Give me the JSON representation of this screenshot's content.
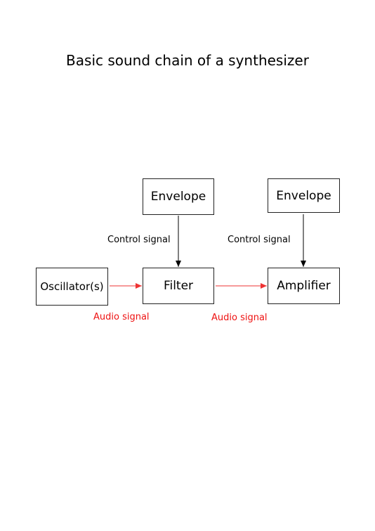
{
  "title": "Basic sound chain of a synthesizer",
  "blocks": {
    "envelope_filter": "Envelope",
    "envelope_amp": "Envelope",
    "oscillator": "Oscillator(s)",
    "filter": "Filter",
    "amplifier": "Amplifier"
  },
  "labels": {
    "control_filter": "Control signal",
    "control_amp": "Control signal",
    "audio_osc_filter": "Audio signal",
    "audio_filter_amp": "Audio signal"
  },
  "colors": {
    "control_arrow": "#000000",
    "audio_arrow": "#ee3333",
    "audio_text": "#ee1111"
  }
}
